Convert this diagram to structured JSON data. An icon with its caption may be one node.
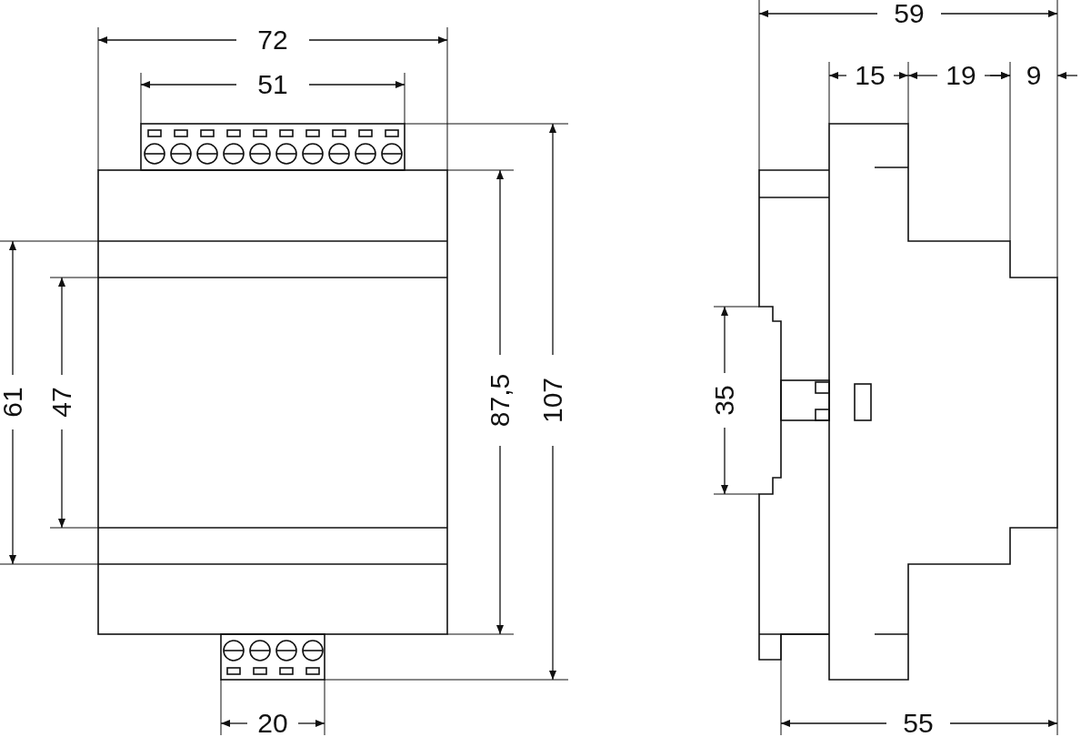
{
  "diagram": {
    "labels": [
      "72",
      "51",
      "59",
      "15",
      "19",
      "9",
      "61",
      "47",
      "87,5",
      "107",
      "35",
      "20",
      "55"
    ]
  }
}
